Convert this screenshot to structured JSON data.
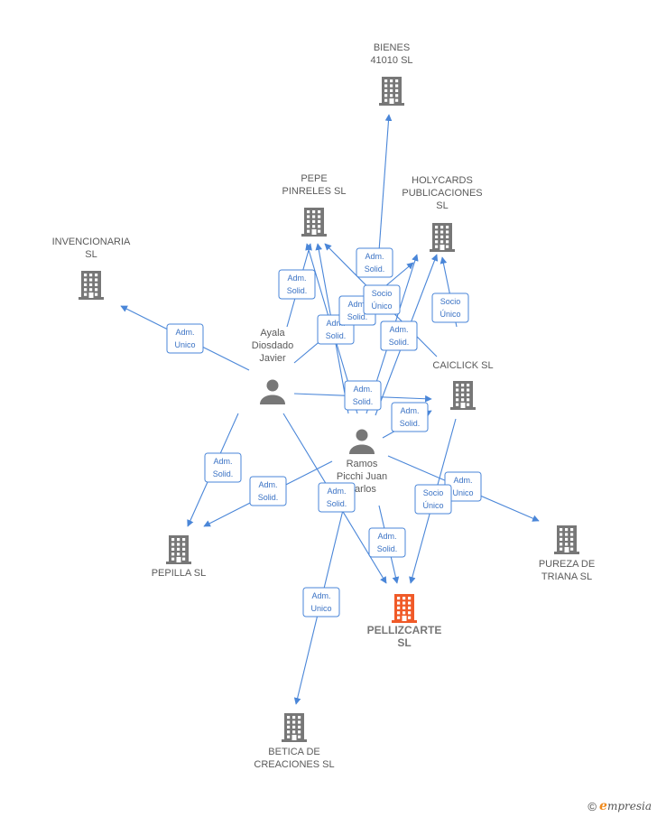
{
  "colors": {
    "edge": "#4a86d8",
    "company": "#777777",
    "main_company": "#f05a28",
    "person": "#777777"
  },
  "nodes": [
    {
      "id": "bienes",
      "kind": "company",
      "label_lines": [
        "BIENES",
        "41010  SL"
      ]
    },
    {
      "id": "pepe",
      "kind": "company",
      "label_lines": [
        "PEPE",
        "PINRELES  SL"
      ]
    },
    {
      "id": "holycards",
      "kind": "company",
      "label_lines": [
        "HOLYCARDS",
        "PUBLICACIONES",
        "SL"
      ]
    },
    {
      "id": "invencionaria",
      "kind": "company",
      "label_lines": [
        "INVENCIONARIA",
        "SL"
      ]
    },
    {
      "id": "caiclick",
      "kind": "company",
      "label_lines": [
        "CAICLICK  SL"
      ]
    },
    {
      "id": "ayala",
      "kind": "person",
      "label_lines": [
        "Ayala",
        "Diosdado",
        "Javier"
      ]
    },
    {
      "id": "ramos",
      "kind": "person",
      "label_lines": [
        "Ramos",
        "Picchi Juan",
        "Carlos"
      ]
    },
    {
      "id": "pepilla",
      "kind": "company",
      "label_lines": [
        "PEPILLA  SL"
      ]
    },
    {
      "id": "pureza",
      "kind": "company",
      "label_lines": [
        "PUREZA DE",
        "TRIANA SL"
      ]
    },
    {
      "id": "pellizcarte",
      "kind": "main",
      "label_lines": [
        "PELLIZCARTE",
        "SL"
      ]
    },
    {
      "id": "betica",
      "kind": "company",
      "label_lines": [
        "BETICA DE",
        "CREACIONES SL"
      ]
    }
  ],
  "edges": [
    {
      "label_lines": [
        "Adm.",
        "Unico"
      ]
    },
    {
      "label_lines": [
        "Adm.",
        "Solid."
      ]
    },
    {
      "label_lines": [
        "Adm.",
        "Solid."
      ]
    },
    {
      "label_lines": [
        "Adm.",
        "Solid."
      ]
    },
    {
      "label_lines": [
        "Adm.",
        "Solid."
      ]
    },
    {
      "label_lines": [
        "Adm.",
        "Solid."
      ]
    },
    {
      "label_lines": [
        "Adm.",
        "Solid."
      ]
    },
    {
      "label_lines": [
        "Adm.",
        "Solid."
      ]
    },
    {
      "label_lines": [
        "Adm.",
        "Solid."
      ]
    },
    {
      "label_lines": [
        "Socio",
        "Único"
      ]
    },
    {
      "label_lines": [
        "Adm.",
        "Solid."
      ]
    },
    {
      "label_lines": [
        "Adm.",
        "Solid."
      ]
    },
    {
      "label_lines": [
        "Adm.",
        "Solid."
      ]
    },
    {
      "label_lines": [
        "Adm.",
        "Solid."
      ]
    },
    {
      "label_lines": [
        "Adm.",
        "Unico"
      ]
    },
    {
      "label_lines": [
        "Socio",
        "Único"
      ]
    },
    {
      "label_lines": [
        "Adm.",
        "Unico"
      ]
    },
    {
      "label_lines": [
        "Socio",
        "Único"
      ]
    }
  ],
  "footer": {
    "copyright": "©",
    "brand_initial": "e",
    "brand_rest": "mpresia"
  }
}
